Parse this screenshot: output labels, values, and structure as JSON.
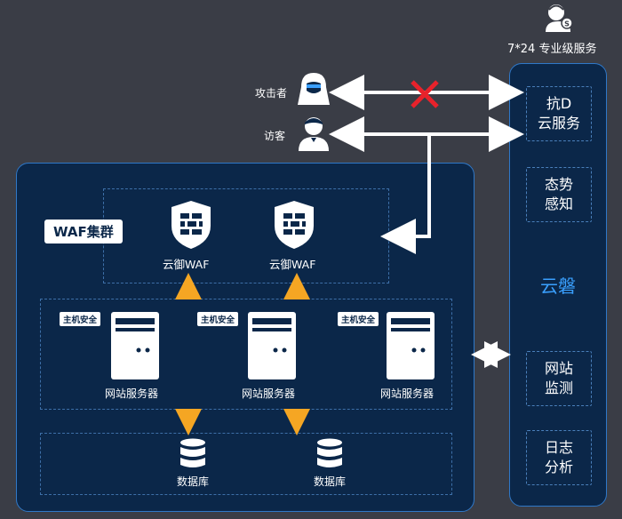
{
  "support": {
    "label": "7*24 专业级服务",
    "icon": "support-agent-icon"
  },
  "actors": {
    "attacker": "攻击者",
    "visitor": "访客"
  },
  "yunpan": {
    "title": "云磐",
    "services": [
      "抗D\n云服务",
      "态势\n感知",
      "网站\n监测",
      "日志\n分析"
    ]
  },
  "cluster": {
    "label": "WAF集群",
    "wafs": [
      "云御WAF",
      "云御WAF"
    ]
  },
  "servers": {
    "badge": "主机安全",
    "items": [
      "网站服务器",
      "网站服务器",
      "网站服务器"
    ]
  },
  "databases": [
    "数据库",
    "数据库"
  ],
  "colors": {
    "panel": "#0b2749",
    "border": "#2f78c8",
    "accent": "#f5a623",
    "block": "#e8222b",
    "highlight": "#3aa0ff"
  }
}
